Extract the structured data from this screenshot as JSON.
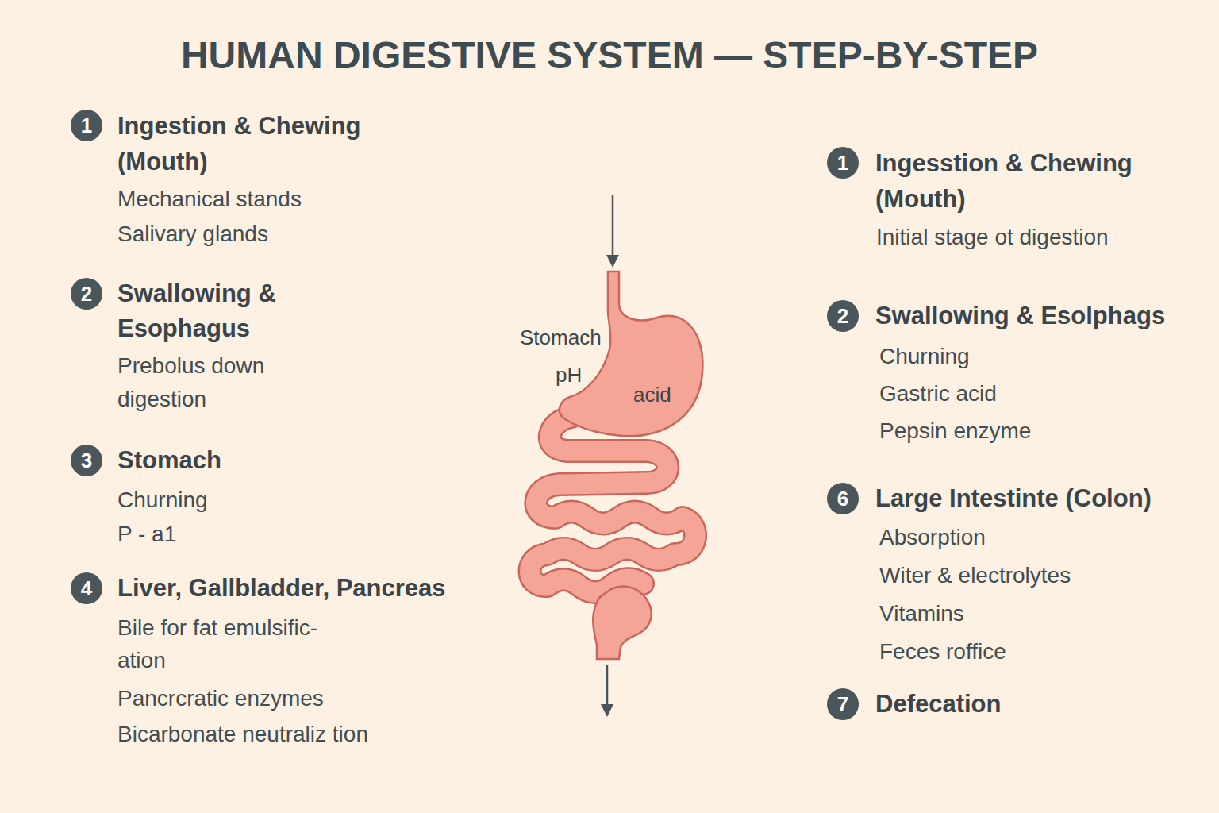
{
  "diagram": {
    "title": "HUMAN DIGESTIVE SYSTEM — STEP-BY-STEP",
    "nodes": [
      {
        "text": [
          "1",
          "Ingestion & Chewing (Mouth)",
          "Mechanical stands",
          "Salivary glands"
        ]
      },
      {
        "text": [
          "2",
          "Swallowing & Esophagus",
          "Prebolus down digestion"
        ]
      },
      {
        "text": [
          "3",
          "Stomach",
          "Churning",
          "P - a1"
        ]
      },
      {
        "text": [
          "4",
          "Liver, Gallbladder, Pancreas",
          "Bile for fat emulsific- ation",
          "Pancrcratic enzymes",
          "Bicarbonate neutraliz tion"
        ]
      },
      {
        "text": [
          "1",
          "Ingesstion & Chewing (Mouth)",
          "Initial stage ot digestion"
        ]
      },
      {
        "text": [
          "2",
          "Swallowing & Esolphags",
          "Churning",
          "Gastric acid",
          "Pepsin enzyme"
        ]
      },
      {
        "text": [
          "6",
          "Large Intestinte (Colon)",
          "Absorption",
          "Witer & electrolytes",
          "Vitamins",
          "Feces roffice"
        ]
      },
      {
        "text": [
          "7",
          "Defecation"
        ]
      }
    ],
    "labels": [
      "Stomach",
      "pH",
      "acid"
    ]
  }
}
